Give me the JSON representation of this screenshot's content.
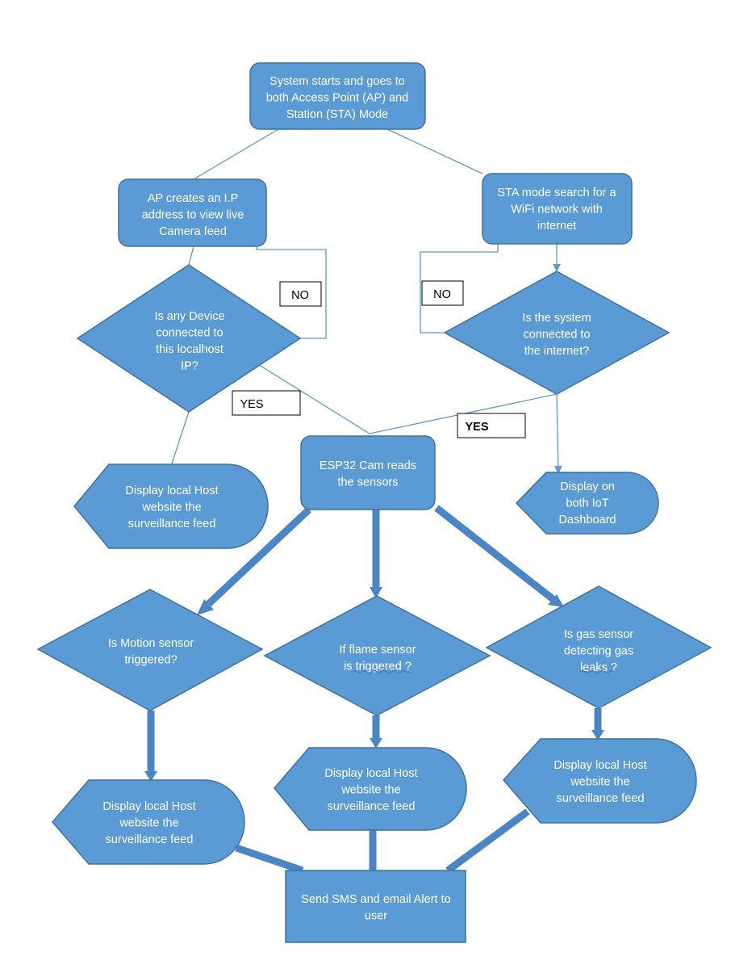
{
  "nodes": {
    "start": {
      "lines": [
        "System starts and goes to",
        "both Access Point (AP) and",
        "Station (STA) Mode"
      ]
    },
    "ap_ip": {
      "lines": [
        "AP creates an I.P",
        "address to view live",
        "Camera feed"
      ]
    },
    "sta_search": {
      "lines": [
        "STA mode search for a",
        "WiFi network with",
        "internet"
      ]
    },
    "device_check": {
      "lines": [
        "Is any Device",
        "connected to",
        "this localhost",
        "IP?"
      ]
    },
    "internet_check": {
      "lines": [
        "Is the system",
        "connected to",
        "the internet?"
      ]
    },
    "esp32": {
      "lines": [
        "ESP32 Cam reads",
        "the sensors"
      ]
    },
    "display_local_top": {
      "lines": [
        "Display local Host",
        "website the",
        "surveillance feed"
      ]
    },
    "display_iot": {
      "lines": [
        "Display on",
        "both IoT",
        "Dashboard"
      ]
    },
    "motion": {
      "lines": [
        "Is Motion sensor",
        "triggered?"
      ]
    },
    "flame": {
      "lines": [
        "If flame sensor",
        "is triggered ?"
      ]
    },
    "gas": {
      "lines": [
        "Is gas sensor",
        "detecting gas",
        "leaks ?"
      ]
    },
    "display_motion": {
      "lines": [
        "Display local Host",
        "website the",
        "surveillance feed"
      ]
    },
    "display_flame": {
      "lines": [
        "Display local Host",
        "website the",
        "surveillance feed"
      ]
    },
    "display_gas": {
      "lines": [
        "Display local Host",
        "website the",
        "surveillance feed"
      ]
    },
    "alert": {
      "lines": [
        "Send SMS and email Alert to",
        "user"
      ]
    }
  },
  "edge_labels": {
    "no_left": "NO",
    "no_right": "NO",
    "yes_left": "YES",
    "yes_right": "YES"
  },
  "colors": {
    "shape_fill": "#5b9bd5",
    "shape_stroke": "#41719c",
    "arrow": "#4a86c5"
  }
}
